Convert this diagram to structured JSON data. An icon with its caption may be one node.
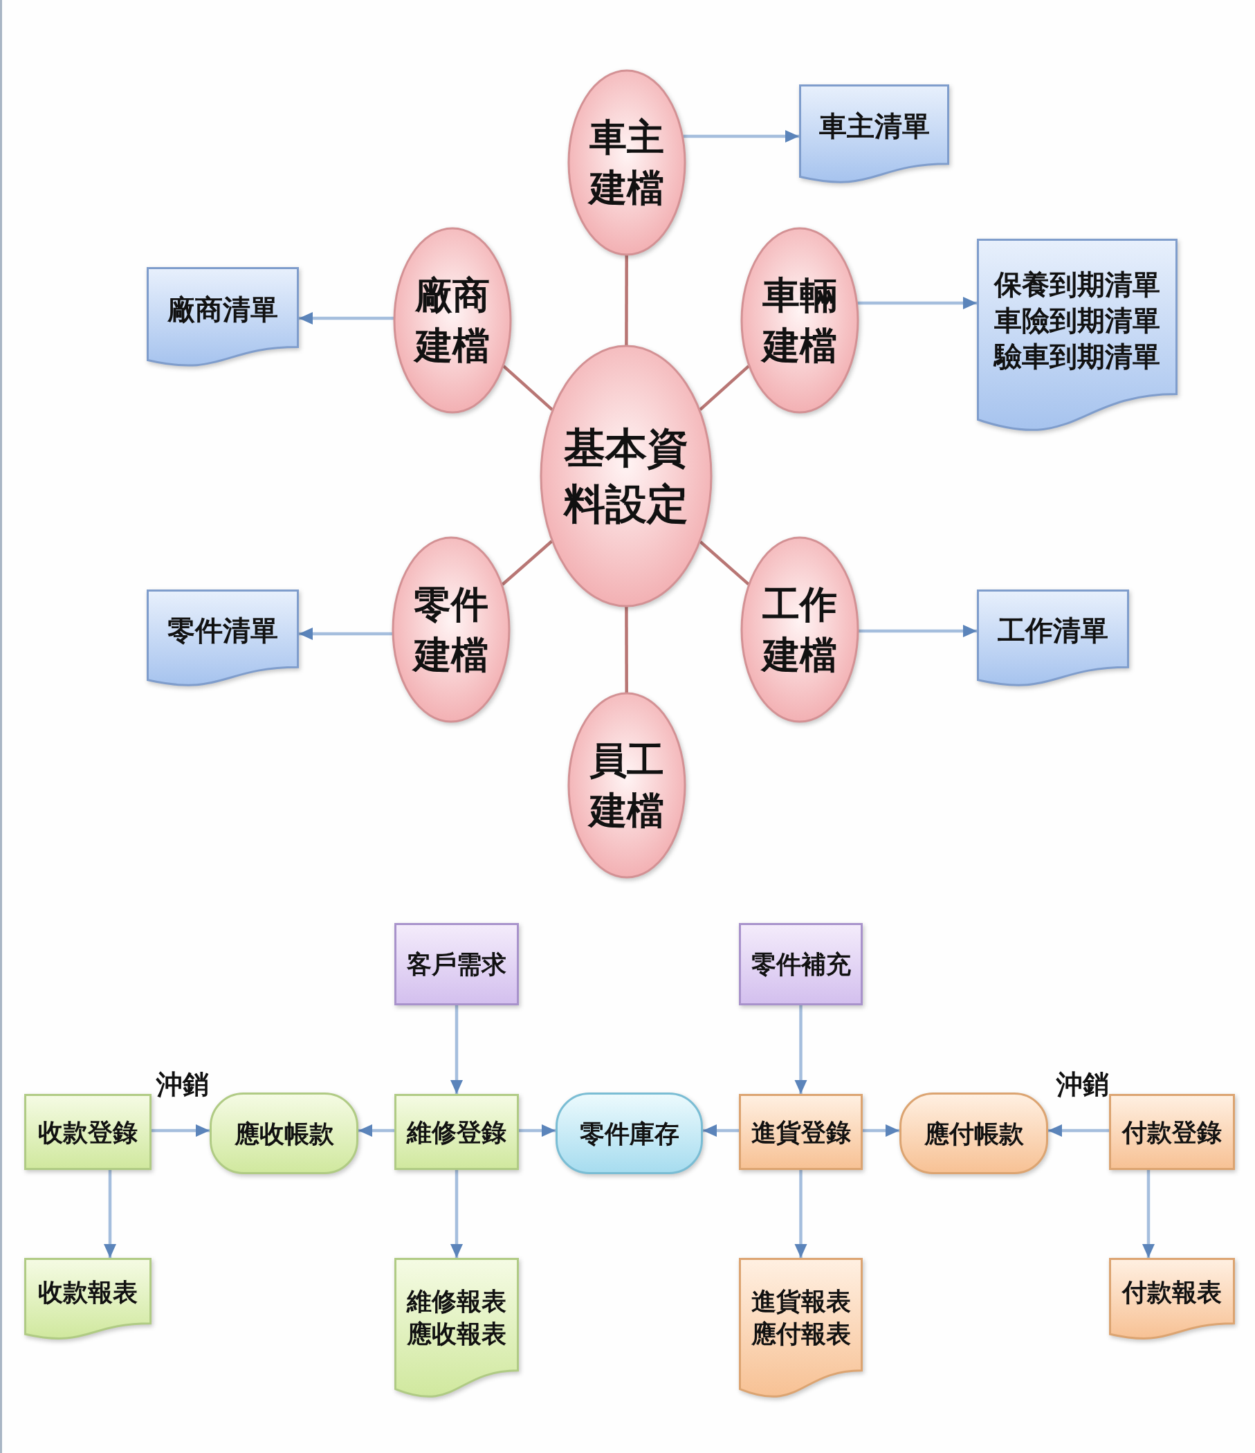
{
  "diagram": {
    "nodes": [
      {
        "text": [
          "車主建檔"
        ]
      },
      {
        "text": [
          "車主清單"
        ]
      },
      {
        "text": [
          "廠商清單"
        ]
      },
      {
        "text": [
          "廠商建檔"
        ]
      },
      {
        "text": [
          "車輛建檔"
        ]
      },
      {
        "text": [
          "保養到期清單",
          "車險到期清單",
          "驗車到期清單"
        ]
      },
      {
        "text": [
          "基本資料設定"
        ]
      },
      {
        "text": [
          "零件清單"
        ]
      },
      {
        "text": [
          "零件建檔"
        ]
      },
      {
        "text": [
          "工作建檔"
        ]
      },
      {
        "text": [
          "工作清單"
        ]
      },
      {
        "text": [
          "員工建檔"
        ]
      },
      {
        "text": [
          "客戶需求"
        ]
      },
      {
        "text": [
          "零件補充"
        ]
      },
      {
        "text": [
          "收款登錄"
        ]
      },
      {
        "text": [
          "應收帳款"
        ]
      },
      {
        "text": [
          "維修登錄"
        ]
      },
      {
        "text": [
          "零件庫存"
        ]
      },
      {
        "text": [
          "進貨登錄"
        ]
      },
      {
        "text": [
          "應付帳款"
        ]
      },
      {
        "text": [
          "付款登錄"
        ]
      },
      {
        "text": [
          "收款報表"
        ]
      },
      {
        "text": [
          "維修報表",
          "應收報表"
        ]
      },
      {
        "text": [
          "進貨報表",
          "應付報表"
        ]
      },
      {
        "text": [
          "付款報表"
        ]
      }
    ],
    "edges": [
      {
        "from": 6,
        "to": 0,
        "arrow": "none",
        "color": "#b87674"
      },
      {
        "from": 6,
        "to": 3,
        "arrow": "none",
        "color": "#b87674"
      },
      {
        "from": 6,
        "to": 4,
        "arrow": "none",
        "color": "#b87674"
      },
      {
        "from": 6,
        "to": 8,
        "arrow": "none",
        "color": "#b87674"
      },
      {
        "from": 6,
        "to": 9,
        "arrow": "none",
        "color": "#b87674"
      },
      {
        "from": 6,
        "to": 11,
        "arrow": "none",
        "color": "#b87674"
      },
      {
        "from": 0,
        "to": 1,
        "arrow": "to"
      },
      {
        "from": 3,
        "to": 2,
        "arrow": "to"
      },
      {
        "from": 4,
        "to": 5,
        "arrow": "to"
      },
      {
        "from": 8,
        "to": 7,
        "arrow": "to"
      },
      {
        "from": 9,
        "to": 10,
        "arrow": "to"
      },
      {
        "from": 12,
        "to": 16,
        "arrow": "to"
      },
      {
        "from": 13,
        "to": 18,
        "arrow": "to"
      },
      {
        "from": 14,
        "to": 15,
        "arrow": "to",
        "label": "沖銷"
      },
      {
        "from": 16,
        "to": 15,
        "arrow": "to"
      },
      {
        "from": 16,
        "to": 17,
        "arrow": "to"
      },
      {
        "from": 18,
        "to": 17,
        "arrow": "to"
      },
      {
        "from": 18,
        "to": 19,
        "arrow": "to"
      },
      {
        "from": 20,
        "to": 19,
        "arrow": "to",
        "label": "沖銷"
      },
      {
        "from": 14,
        "to": 21,
        "arrow": "to"
      },
      {
        "from": 16,
        "to": 22,
        "arrow": "to"
      },
      {
        "from": 18,
        "to": 23,
        "arrow": "to"
      },
      {
        "from": 20,
        "to": 24,
        "arrow": "to"
      }
    ]
  }
}
